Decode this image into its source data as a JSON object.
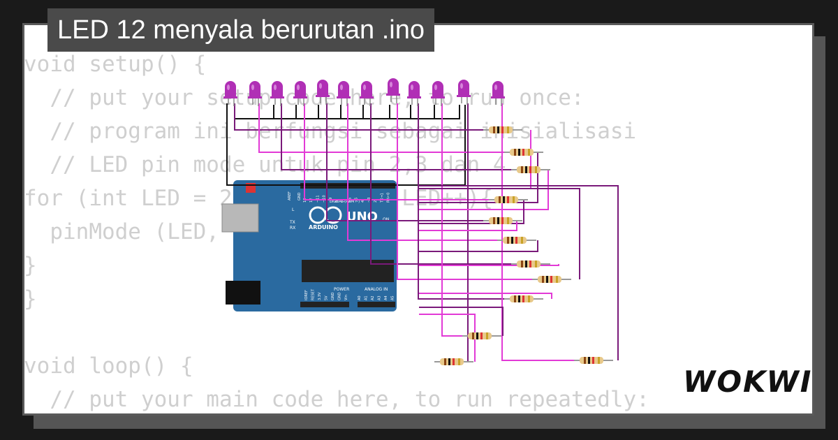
{
  "title": "LED 12 menyala berurutan .ino",
  "code_lines": [
    "void setup() {",
    "  // put your setup code here, to run once:",
    "  // program ini berfungsi sebagai inisialisasi",
    "  // LED pin mode untuk pin 2,3 dan 4",
    "for (int LED = 2; LED <= 13; LED++){",
    "  pinMode (LED, OUTPUT);",
    "}",
    "}",
    "",
    "void loop() {",
    "  // put your main code here, to run repeatedly:"
  ],
  "brand": "WOKWI",
  "board": {
    "name_logo": "UNO",
    "brand_text": "ARDUINO",
    "header_digital": "DIGITAL (PWM ~)",
    "header_power": "POWER",
    "header_analog": "ANALOG IN",
    "label_aref": "AREF",
    "label_gnd": "GND",
    "label_l": "L",
    "label_tx": "TX",
    "label_rx": "RX",
    "label_on": "ON",
    "digital_pins": [
      "13",
      "12",
      "~11",
      "~10",
      "~9",
      "8",
      "7",
      "~6",
      "~5",
      "4",
      "~3",
      "2",
      "TX→1",
      "RX←0"
    ],
    "power_pins": [
      "IOREF",
      "RESET",
      "3.3V",
      "5V",
      "GND",
      "GND",
      "Vin"
    ],
    "analog_pins": [
      "A0",
      "A1",
      "A2",
      "A3",
      "A4",
      "A5"
    ]
  },
  "colors": {
    "led": "#b02fb5",
    "wire_purple": "#7a1a7a",
    "wire_magenta": "#e23ad6",
    "wire_black": "#111111",
    "board": "#2a6aa0"
  }
}
